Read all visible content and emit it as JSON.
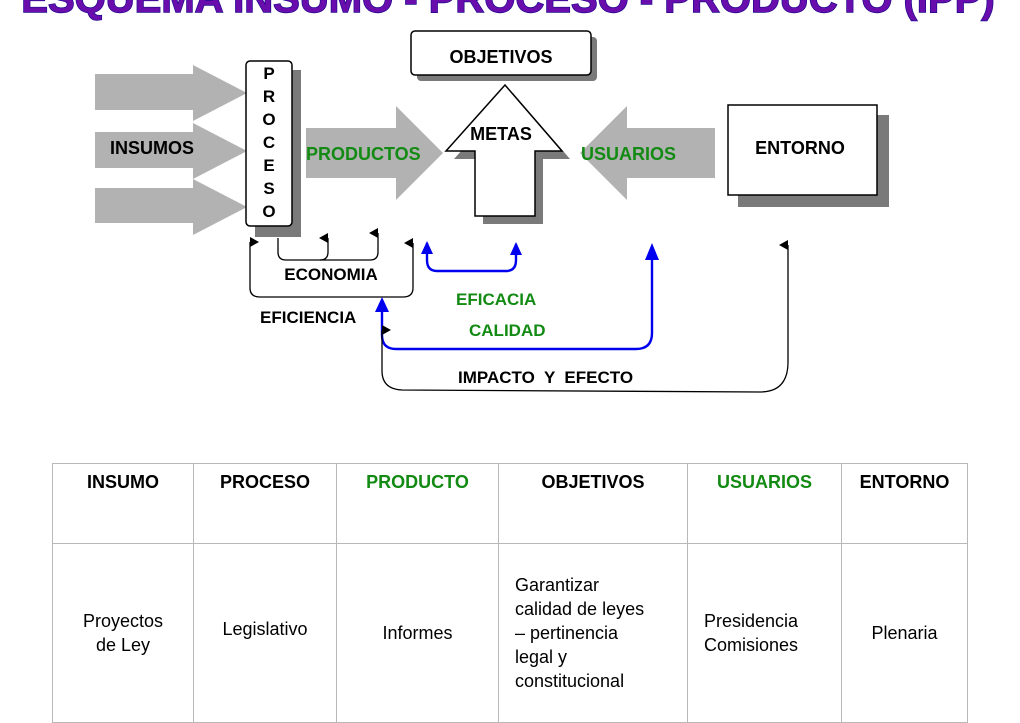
{
  "title": "ESQUEMA INSUMO - PROCESO - PRODUCTO (IPP)",
  "diagram": {
    "insumos": "INSUMOS",
    "proceso_letters": [
      "P",
      "R",
      "O",
      "C",
      "E",
      "S",
      "O"
    ],
    "producto": "PRODUCTOS",
    "objetivos": "OBJETIVOS",
    "metas": "METAS",
    "usuarios": "USUARIOS",
    "entorno": "ENTORNO",
    "economia": "ECONOMIA",
    "eficiencia": "EFICIENCIA",
    "eficacia": "EFICACIA",
    "calidad": "CALIDAD",
    "impacto": "IMPACTO  Y  EFECTO"
  },
  "colors": {
    "title": "#6a0dad",
    "green": "#138a13",
    "blue": "#0000ee",
    "arrow_gray": "#b2b2b2"
  },
  "table": {
    "headers": [
      "INSUMO",
      "PROCESO",
      "PRODUCTO",
      "OBJETIVOS",
      "USUARIOS",
      "ENTORNO"
    ],
    "row": [
      "Proyectos\nde Ley",
      "Legislativo",
      "Informes",
      "Garantizar\ncalidad de leyes\n– pertinencia\nlegal y\nconstitucional",
      "Presidencia\nComisiones",
      "Plenaria"
    ]
  }
}
